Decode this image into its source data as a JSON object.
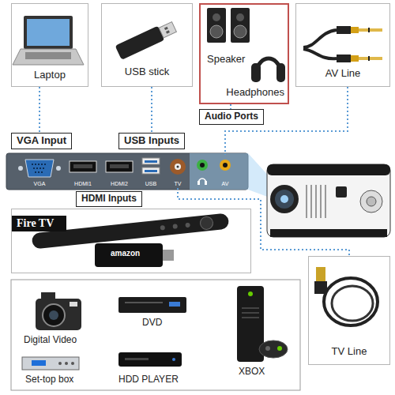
{
  "diagram": {
    "nodes": [
      {
        "text": [
          "Laptop"
        ]
      },
      {
        "text": [
          "USB stick"
        ]
      },
      {
        "text": [
          "Speaker",
          "Headphones"
        ]
      },
      {
        "text": [
          "AV Line"
        ]
      },
      {
        "text": [
          "Audio Ports"
        ]
      },
      {
        "text": [
          "VGA Input"
        ]
      },
      {
        "text": [
          "USB Inputs"
        ]
      },
      {
        "text": [
          "VGA"
        ]
      },
      {
        "text": [
          "HDMI1"
        ]
      },
      {
        "text": [
          "HDMI2"
        ]
      },
      {
        "text": [
          "USB"
        ]
      },
      {
        "text": [
          "TV"
        ]
      },
      {
        "text": [
          "AV"
        ]
      },
      {
        "text": [
          "HDMI Inputs"
        ]
      },
      {
        "text": [
          "Fire TV"
        ]
      },
      {
        "text": [
          "TV Line"
        ]
      }
    ],
    "edges": [
      {
        "from": 0,
        "to": 5,
        "arrow": "none"
      },
      {
        "from": 1,
        "to": 6,
        "arrow": "none"
      },
      {
        "from": 2,
        "to": 4,
        "arrow": "none"
      },
      {
        "from": 3,
        "to": 12,
        "arrow": "none"
      },
      {
        "from": 11,
        "to": 15,
        "arrow": "none"
      }
    ],
    "labels": [
      "amazon",
      "Digital Video",
      "DVD",
      "XBOX",
      "Set-top box",
      "HDD PLAYER"
    ]
  }
}
